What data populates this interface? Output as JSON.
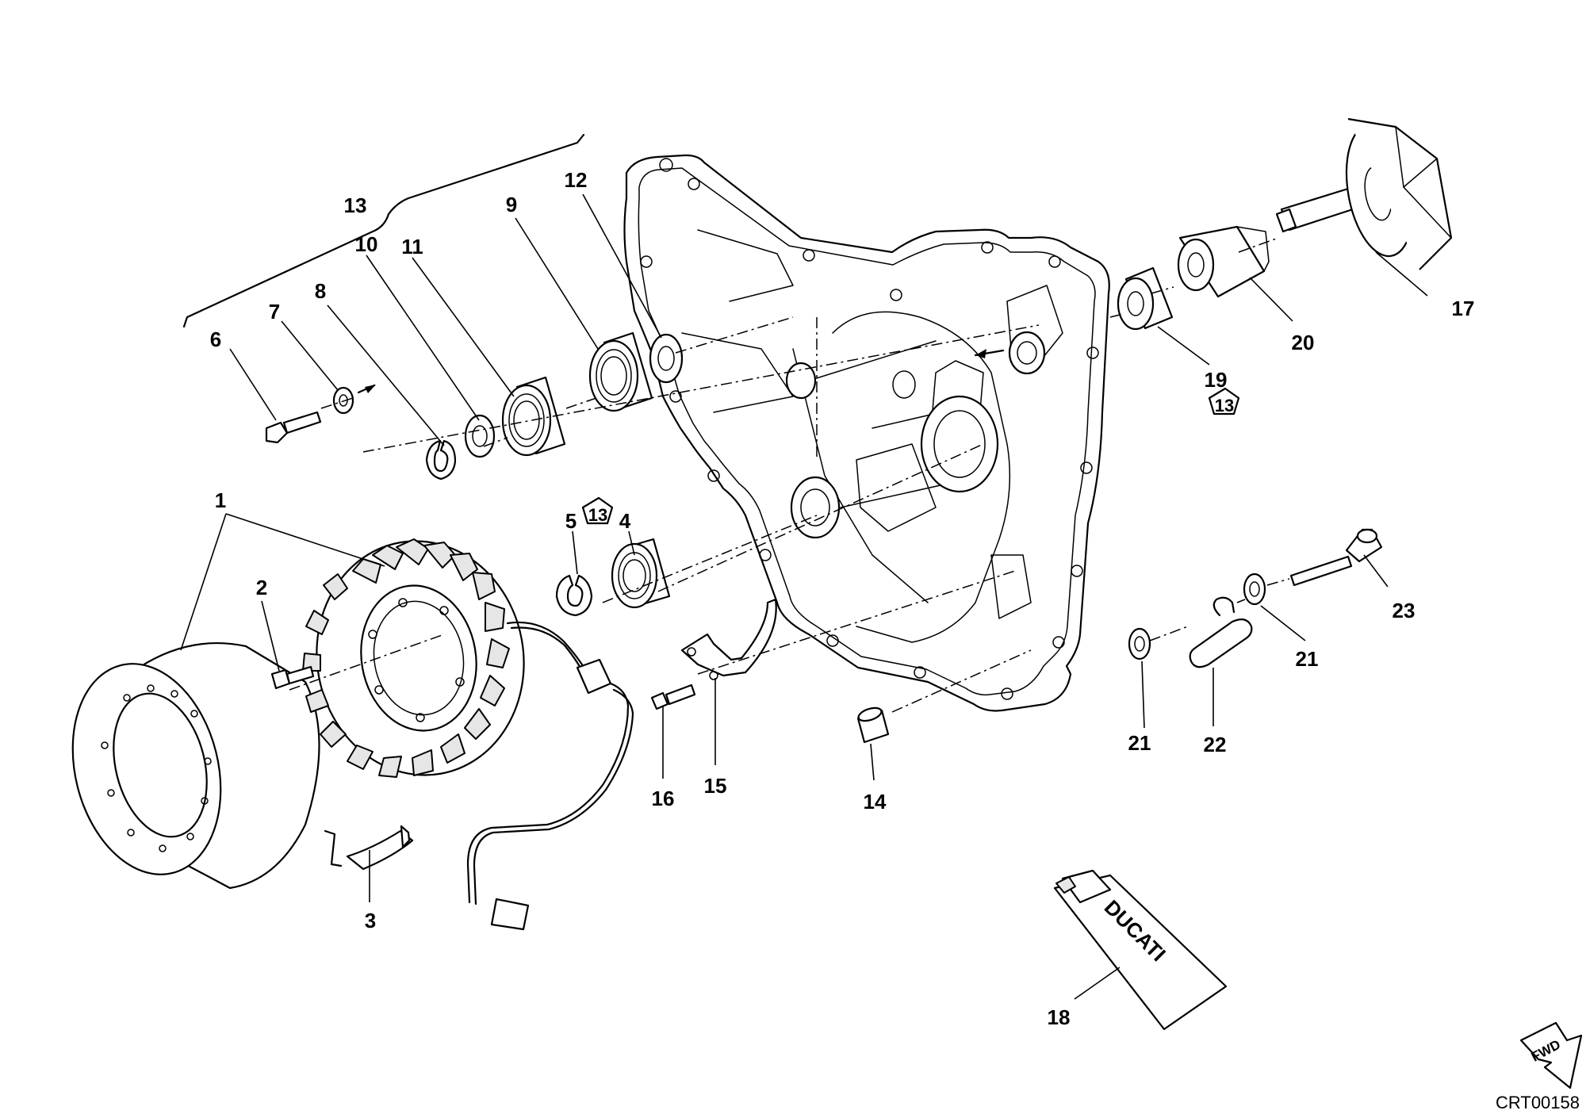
{
  "diagram": {
    "callouts": [
      "1",
      "2",
      "3",
      "4",
      "5",
      "6",
      "7",
      "8",
      "9",
      "10",
      "11",
      "12",
      "13",
      "14",
      "15",
      "16",
      "17",
      "18",
      "19",
      "20",
      "21",
      "21",
      "22",
      "23"
    ],
    "group_label": "13",
    "kit_badges": [
      "13",
      "13"
    ],
    "tube_brand": "DUCATI",
    "forward_label": "FWD",
    "drawing_code": "CRT00158"
  }
}
